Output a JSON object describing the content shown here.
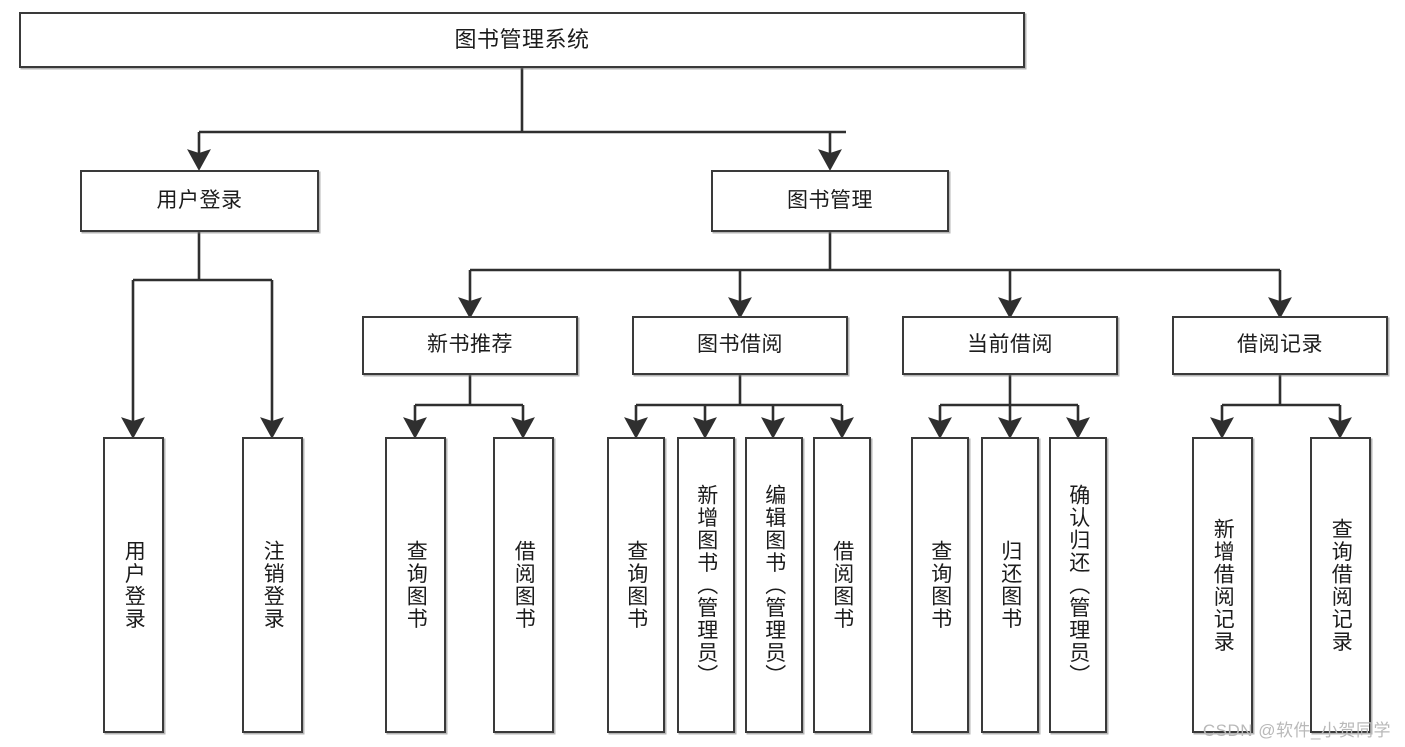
{
  "diagram": {
    "type": "tree-hierarchy",
    "title": "图书管理系统",
    "watermark": "CSDN @软件_小贺同学",
    "colors": {
      "box_border": "#3a3a3a",
      "box_fill": "#ffffff",
      "connector": "#2f2f2f",
      "text": "#1c1c1c",
      "watermark": "#b9b9b9"
    },
    "nodes": {
      "root": {
        "label": "图书管理系统",
        "level": 1,
        "orientation": "horizontal"
      },
      "user_login": {
        "label": "用户登录",
        "level": 2,
        "orientation": "horizontal"
      },
      "book_manage": {
        "label": "图书管理",
        "level": 2,
        "orientation": "horizontal"
      },
      "new_book_rec": {
        "label": "新书推荐",
        "level": 3,
        "orientation": "horizontal"
      },
      "book_borrow": {
        "label": "图书借阅",
        "level": 3,
        "orientation": "horizontal"
      },
      "current_borrow": {
        "label": "当前借阅",
        "level": 3,
        "orientation": "horizontal"
      },
      "borrow_record": {
        "label": "借阅记录",
        "level": 3,
        "orientation": "horizontal"
      },
      "leaf_user_login": {
        "label": "用户登录",
        "level": 4,
        "orientation": "vertical"
      },
      "leaf_logout": {
        "label": "注销登录",
        "level": 4,
        "orientation": "vertical"
      },
      "leaf_query_book_1": {
        "label": "查询图书",
        "level": 4,
        "orientation": "vertical"
      },
      "leaf_borrow_book_1": {
        "label": "借阅图书",
        "level": 4,
        "orientation": "vertical"
      },
      "leaf_query_book_2": {
        "label": "查询图书",
        "level": 4,
        "orientation": "vertical"
      },
      "leaf_add_book": {
        "label": "新增图书（管理员）",
        "level": 4,
        "orientation": "vertical"
      },
      "leaf_edit_book": {
        "label": "编辑图书（管理员）",
        "level": 4,
        "orientation": "vertical"
      },
      "leaf_borrow_book_2": {
        "label": "借阅图书",
        "level": 4,
        "orientation": "vertical"
      },
      "leaf_query_book_3": {
        "label": "查询图书",
        "level": 4,
        "orientation": "vertical"
      },
      "leaf_return_book": {
        "label": "归还图书",
        "level": 4,
        "orientation": "vertical"
      },
      "leaf_confirm_return": {
        "label": "确认归还（管理员）",
        "level": 4,
        "orientation": "vertical"
      },
      "leaf_add_record": {
        "label": "新增借阅记录",
        "level": 4,
        "orientation": "vertical"
      },
      "leaf_query_record": {
        "label": "查询借阅记录",
        "level": 4,
        "orientation": "vertical"
      }
    },
    "edges": [
      {
        "from": "root",
        "to": "user_login"
      },
      {
        "from": "root",
        "to": "book_manage"
      },
      {
        "from": "user_login",
        "to": "leaf_user_login"
      },
      {
        "from": "user_login",
        "to": "leaf_logout"
      },
      {
        "from": "book_manage",
        "to": "new_book_rec"
      },
      {
        "from": "book_manage",
        "to": "book_borrow"
      },
      {
        "from": "book_manage",
        "to": "current_borrow"
      },
      {
        "from": "book_manage",
        "to": "borrow_record"
      },
      {
        "from": "new_book_rec",
        "to": "leaf_query_book_1"
      },
      {
        "from": "new_book_rec",
        "to": "leaf_borrow_book_1"
      },
      {
        "from": "book_borrow",
        "to": "leaf_query_book_2"
      },
      {
        "from": "book_borrow",
        "to": "leaf_add_book"
      },
      {
        "from": "book_borrow",
        "to": "leaf_edit_book"
      },
      {
        "from": "book_borrow",
        "to": "leaf_borrow_book_2"
      },
      {
        "from": "current_borrow",
        "to": "leaf_query_book_3"
      },
      {
        "from": "current_borrow",
        "to": "leaf_return_book"
      },
      {
        "from": "current_borrow",
        "to": "leaf_confirm_return"
      },
      {
        "from": "borrow_record",
        "to": "leaf_add_record"
      },
      {
        "from": "borrow_record",
        "to": "leaf_query_record"
      }
    ]
  }
}
